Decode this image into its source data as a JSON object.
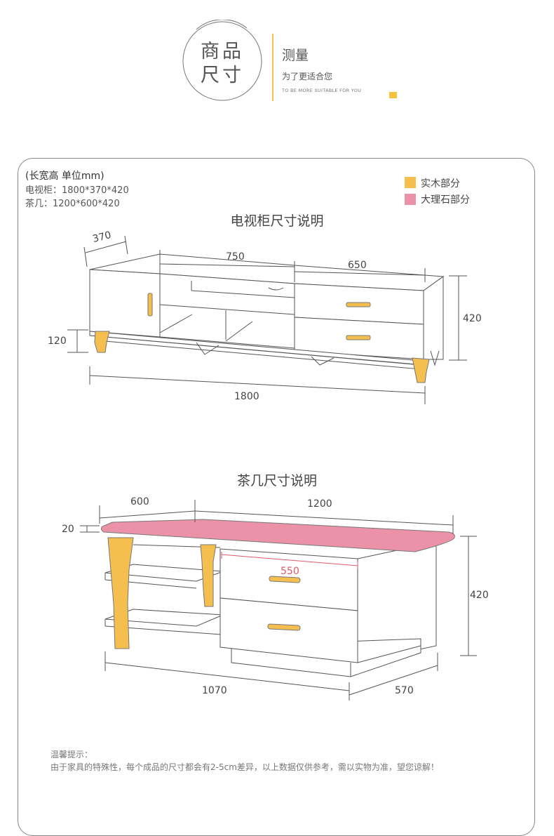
{
  "header": {
    "badge_line1": "商品",
    "badge_line2": "尺寸",
    "title": "测量",
    "subtitle": "为了更适合您",
    "subtitle_en": "TO BE MORE SUITABLE FOR YOU",
    "accent_color": "#f6c23e"
  },
  "specs": {
    "unit_note": "(长宽高 单位mm)",
    "tv_cabinet": "电视柜：1800*370*420",
    "coffee_table": "茶几：1200*600*420"
  },
  "legend": [
    {
      "label": "实木部分",
      "color": "#f5bf4f"
    },
    {
      "label": "大理石部分",
      "color": "#ec92a8"
    }
  ],
  "tv_section": {
    "title": "电视柜尺寸说明",
    "dims": {
      "depth": "370",
      "width_open": "750",
      "width_drawer": "650",
      "height": "420",
      "leg_height": "120",
      "total_width": "1800"
    }
  },
  "table_section": {
    "title": "茶几尺寸说明",
    "dims": {
      "depth": "600",
      "width": "1200",
      "top_thickness": "20",
      "drawer_width": "550",
      "height": "420",
      "base_length": "1070",
      "base_depth": "570"
    }
  },
  "notes": {
    "title": "温馨提示：",
    "body": "由于家具的特殊性，每个成品的尺寸都会有2-5cm差异，以上数据仅供参考，需以实物为准，望您谅解！"
  }
}
